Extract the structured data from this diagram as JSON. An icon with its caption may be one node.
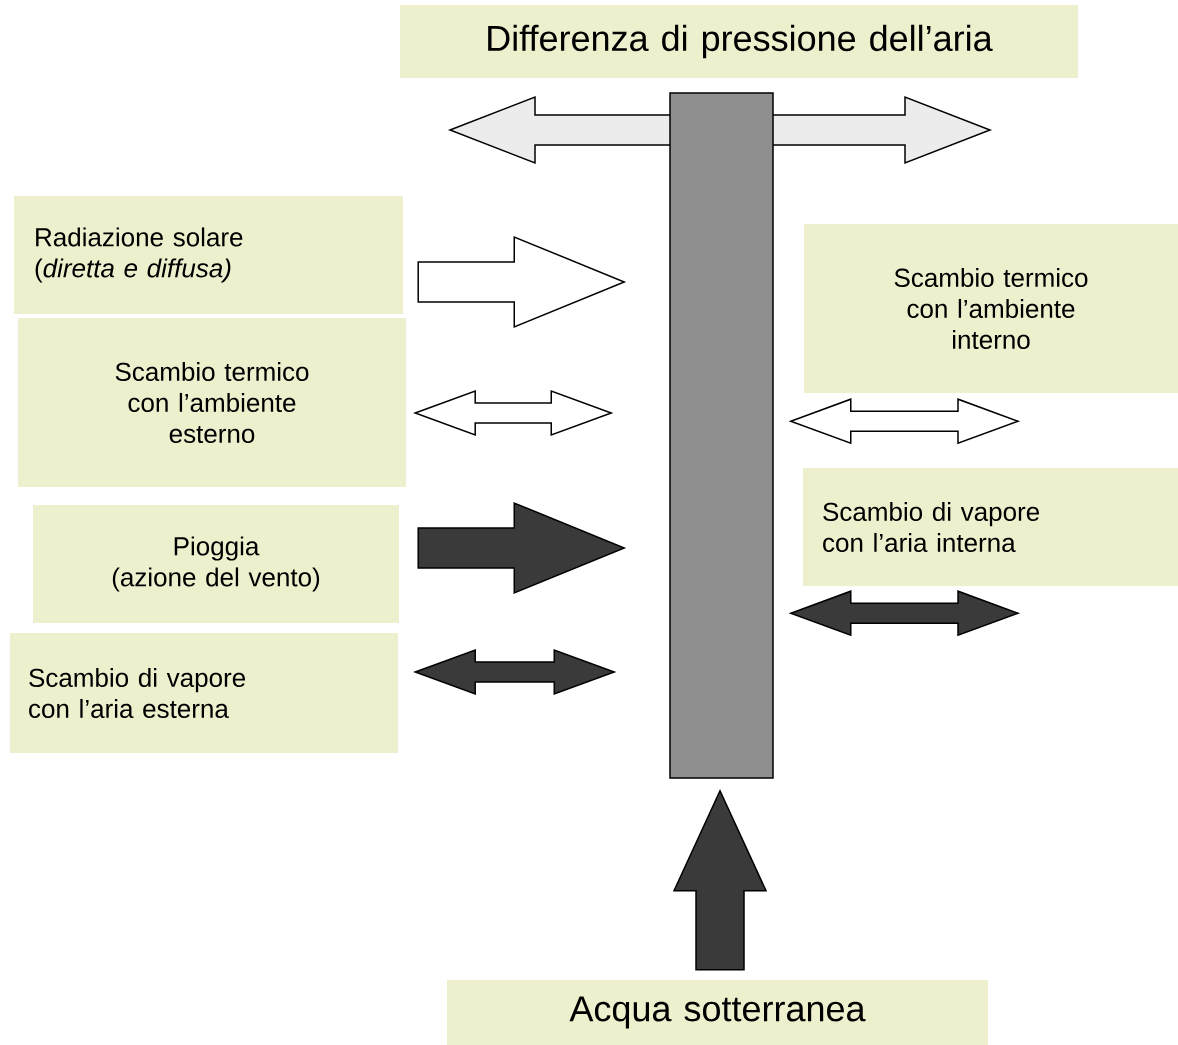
{
  "diagram": {
    "nodes": [
      {
        "text": [
          "Differenza di pressione dell’aria"
        ]
      },
      {
        "text": [],
        "shape": "bar"
      },
      {
        "text": [
          "Radiazione solare",
          "(*diretta e diffusa)*"
        ]
      },
      {
        "text": [
          "Scambio termico con l’ambiente esterno"
        ]
      },
      {
        "text": [
          "Pioggia",
          "(azione del vento)"
        ]
      },
      {
        "text": [
          "Scambio di vapore con l’aria esterna"
        ]
      },
      {
        "text": [
          "Scambio termico con l’ambiente interno"
        ]
      },
      {
        "text": [
          "Scambio di vapore con l’aria interna"
        ]
      },
      {
        "text": [
          "Acqua sotterranea"
        ]
      }
    ],
    "edges": [
      {
        "from": 2,
        "to": 1,
        "arrow": "to",
        "color": "#ffffff"
      },
      {
        "from": 3,
        "to": 1,
        "arrow": "both",
        "color": "#ffffff"
      },
      {
        "from": 4,
        "to": 1,
        "arrow": "to",
        "color": "#3a3a3a"
      },
      {
        "from": 5,
        "to": 1,
        "arrow": "both",
        "color": "#3a3a3a"
      },
      {
        "from": 6,
        "to": 1,
        "arrow": "both",
        "color": "#ffffff"
      },
      {
        "from": 7,
        "to": 1,
        "arrow": "both",
        "color": "#3a3a3a"
      },
      {
        "from": 8,
        "to": 1,
        "arrow": "to",
        "color": "#3a3a3a"
      }
    ]
  }
}
